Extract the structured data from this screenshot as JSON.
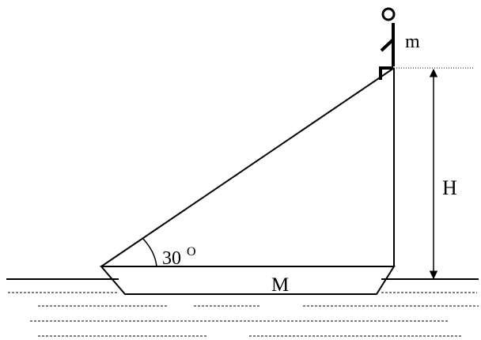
{
  "labels": {
    "person_mass": "m",
    "height": "H",
    "angle_value": "30",
    "angle_unit": "O",
    "boat_mass": "M"
  }
}
